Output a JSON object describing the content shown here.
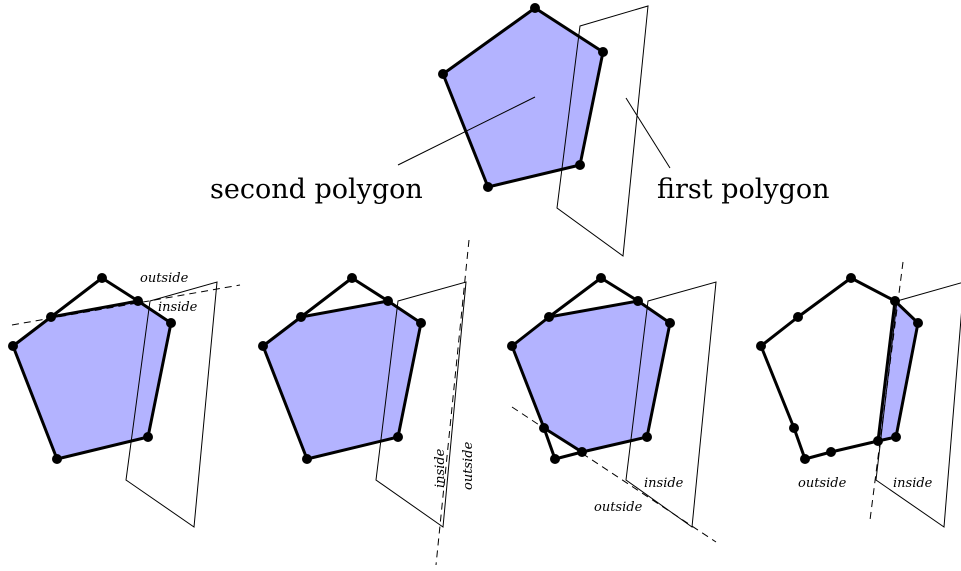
{
  "labels": {
    "second_polygon": "second polygon",
    "first_polygon": "first polygon",
    "outside": "outside",
    "inside": "inside"
  },
  "colors": {
    "fill": "#b3b3ff",
    "stroke": "#000000"
  }
}
